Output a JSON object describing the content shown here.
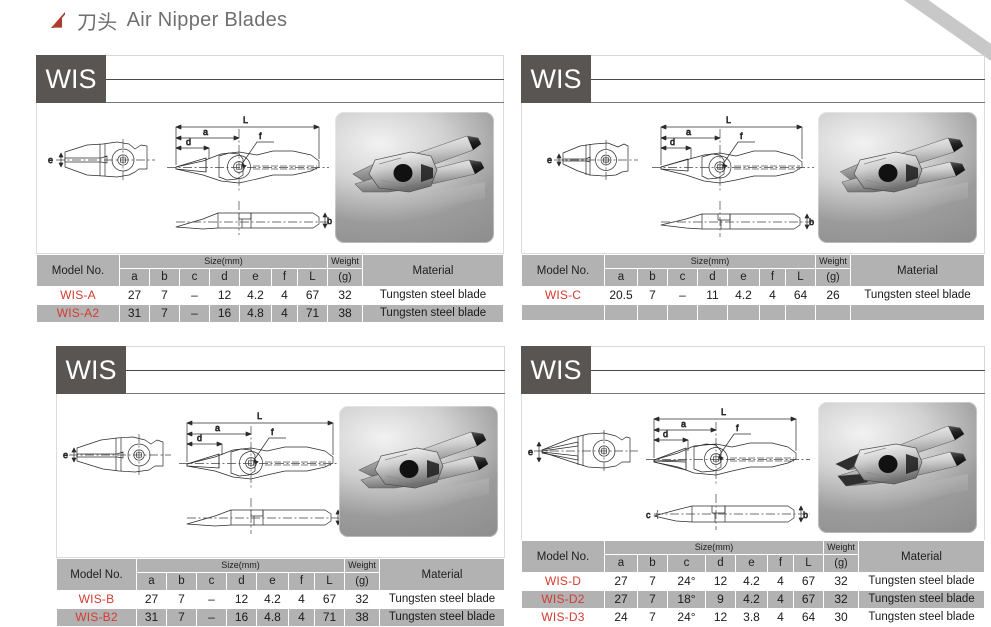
{
  "page": {
    "title_cn": "刀头",
    "title_en": "Air Nipper Blades",
    "title_icon": "triangle-blade-icon",
    "accent_red": "#c0392b",
    "title_color": "#6f6f6f",
    "badge_bg": "#595552",
    "table_header_bg": "#b2b2b2",
    "model_text_color": "#d33b30"
  },
  "table_headers": {
    "model": "Model No.",
    "size_group": "Size(mm)",
    "weight_top": "Weight",
    "weight_bottom": "(g)",
    "material": "Material",
    "cols": [
      "a",
      "b",
      "c",
      "d",
      "e",
      "f",
      "L"
    ]
  },
  "drawing_labels": {
    "a": "a",
    "b": "b",
    "c": "c",
    "d": "d",
    "e": "e",
    "f": "f",
    "L": "L"
  },
  "panels": [
    {
      "badge": "WIS",
      "drawing_has_angle_c": false,
      "photo_name": "air-nipper-blade-photo",
      "rows": [
        {
          "model": "WIS-A",
          "a": "27",
          "b": "7",
          "c": "–",
          "d": "12",
          "e": "4.2",
          "f": "4",
          "L": "67",
          "weight": "32",
          "material": "Tungsten steel blade"
        },
        {
          "model": "WIS-A2",
          "a": "31",
          "b": "7",
          "c": "–",
          "d": "16",
          "e": "4.8",
          "f": "4",
          "L": "71",
          "weight": "38",
          "material": "Tungsten steel blade"
        }
      ]
    },
    {
      "badge": "WIS",
      "drawing_has_angle_c": false,
      "photo_name": "air-nipper-blade-photo",
      "rows": [
        {
          "model": "WIS-C",
          "a": "20.5",
          "b": "7",
          "c": "–",
          "d": "11",
          "e": "4.2",
          "f": "4",
          "L": "64",
          "weight": "26",
          "material": "Tungsten steel blade"
        },
        {
          "model": "",
          "a": "",
          "b": "",
          "c": "",
          "d": "",
          "e": "",
          "f": "",
          "L": "",
          "weight": "",
          "material": ""
        }
      ]
    },
    {
      "badge": "WIS",
      "drawing_has_angle_c": false,
      "photo_name": "air-nipper-blade-photo",
      "rows": [
        {
          "model": "WIS-B",
          "a": "27",
          "b": "7",
          "c": "–",
          "d": "12",
          "e": "4.2",
          "f": "4",
          "L": "67",
          "weight": "32",
          "material": "Tungsten steel blade"
        },
        {
          "model": "WIS-B2",
          "a": "31",
          "b": "7",
          "c": "–",
          "d": "16",
          "e": "4.8",
          "f": "4",
          "L": "71",
          "weight": "38",
          "material": "Tungsten steel blade"
        }
      ]
    },
    {
      "badge": "WIS",
      "drawing_has_angle_c": true,
      "photo_name": "air-nipper-blade-photo",
      "rows": [
        {
          "model": "WIS-D",
          "a": "27",
          "b": "7",
          "c": "24°",
          "d": "12",
          "e": "4.2",
          "f": "4",
          "L": "67",
          "weight": "32",
          "material": "Tungsten steel blade"
        },
        {
          "model": "WIS-D2",
          "a": "27",
          "b": "7",
          "c": "18°",
          "d": "9",
          "e": "4.2",
          "f": "4",
          "L": "67",
          "weight": "32",
          "material": "Tungsten steel blade"
        },
        {
          "model": "WIS-D3",
          "a": "24",
          "b": "7",
          "c": "24°",
          "d": "12",
          "e": "3.8",
          "f": "4",
          "L": "64",
          "weight": "30",
          "material": "Tungsten steel blade"
        }
      ]
    }
  ]
}
